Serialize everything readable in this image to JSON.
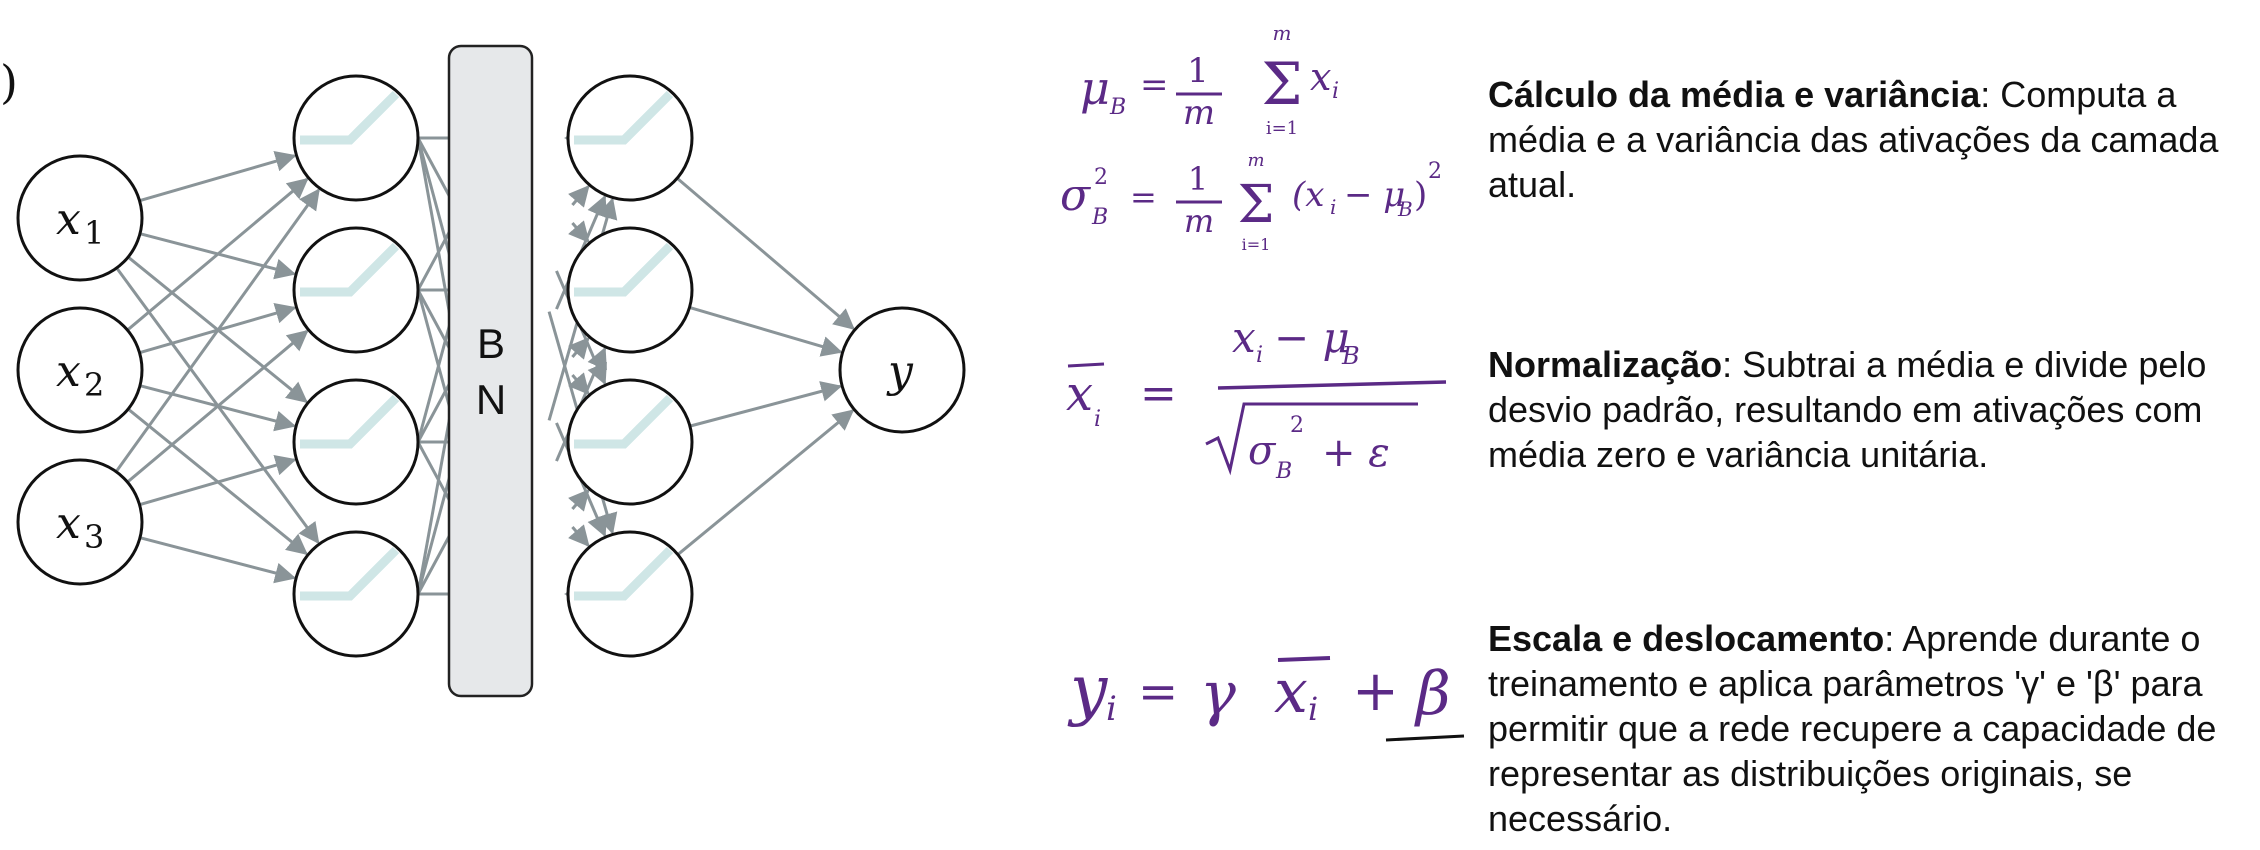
{
  "figure": {
    "panel_label": ")",
    "input_labels": [
      "x",
      "x",
      "x"
    ],
    "input_subscripts": [
      "1",
      "2",
      "3"
    ],
    "output_label": "y",
    "bn_letters": [
      "B",
      "N"
    ],
    "colors": {
      "arrow": "#8a9498",
      "node_stroke": "#111111",
      "activation": "#cfe6e6",
      "bn_fill": "#e6e8ea",
      "ink": "#5b2a86"
    }
  },
  "equations": {
    "mean": {
      "lhs": "μ",
      "lhs_sub": "B",
      "op": "=",
      "num": "1",
      "den": "m",
      "sum_top": "m",
      "sum_bot": "i=1",
      "term": "x",
      "term_sub": "i"
    },
    "variance": {
      "lhs": "σ",
      "lhs_sup": "2",
      "lhs_sub": "B",
      "op": "=",
      "num": "1",
      "den": "m",
      "sum_top": "m",
      "sum_bot": "i=1",
      "term": "(x",
      "term_sub": "i",
      "term_rest": "− μ",
      "term_rest_sub": "B",
      "term_close": ")",
      "term_sup": "2"
    },
    "normalize": {
      "lhs": "x",
      "lhs_sub": "i",
      "op": "=",
      "num": "x",
      "num_sub": "i",
      "num_rest": "− μ",
      "num_rest_sub": "B",
      "den": "σ",
      "den_sup": "2",
      "den_sub": "B",
      "den_rest": "+ ε"
    },
    "scale": {
      "lhs": "y",
      "lhs_sub": "i",
      "op": "=",
      "gamma": "γ",
      "x": "x",
      "x_sub": "i",
      "plus": "+",
      "beta": "β"
    }
  },
  "descriptions": [
    {
      "title": "Cálculo da média e variância",
      "body": ": Computa a média e a variância das ativações da camada atual."
    },
    {
      "title": "Normalização",
      "body": ": Subtrai a média e divide pelo desvio padrão, resultando em ativações com média zero e variância unitária."
    },
    {
      "title": "Escala e deslocamento",
      "body": ": Aprende durante o treinamento e aplica parâmetros 'γ' e 'β' para permitir que a rede recupere a capacidade de representar as distribuições originais, se necessário."
    }
  ]
}
